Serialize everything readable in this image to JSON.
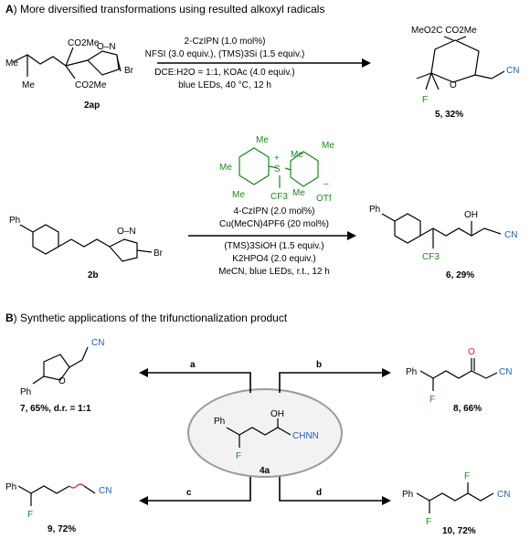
{
  "section_a": {
    "letter": "A",
    "title": ") More diversified transformations using resulted alkoxyl radicals"
  },
  "section_b": {
    "letter": "B",
    "title": ") Synthetic applications of the trifunctionalization product"
  },
  "reaction_1": {
    "substrate_label": "2ap",
    "substrate_groups": {
      "ester_top": "CO2Me",
      "ester_bottom": "CO2Me",
      "me": "Me",
      "isoxazoline": "O–N",
      "br": "Br"
    },
    "conditions": [
      "2-CzIPN (1.0 mol%)",
      "NFSI (3.0 equiv.), (TMS)3Si (1.5 equiv.)",
      "DCE:H2O = 1:1, KOAc (4.0 equiv.)",
      "blue LEDs, 40 °C, 12 h"
    ],
    "product_label": "5",
    "product_yield": ", 32%",
    "product_groups": {
      "esters": "MeO2C    CO2Me",
      "cn": "CN",
      "f": "F",
      "o": "O"
    }
  },
  "reaction_2": {
    "reagent_groups": {
      "me": "Me",
      "s": "S",
      "plus": "+",
      "cf3": "CF3",
      "minus": "–",
      "otf": "OTf"
    },
    "substrate_label": "2b",
    "substrate_groups": {
      "ph": "Ph",
      "on": "O–N",
      "br": "Br"
    },
    "conditions": [
      "4-CzIPN (2.0 mol%)",
      "Cu(MeCN)4PF6 (20 mol%)",
      "(TMS)3SiOH (1.5 equiv.)",
      "K2HPO4 (2.0 equiv.)",
      "MeCN, blue LEDs, r.t., 12 h"
    ],
    "product_label": "6",
    "product_yield": ", 29%",
    "product_groups": {
      "ph": "Ph",
      "oh": "OH",
      "cn": "CN",
      "cf3": "CF3"
    }
  },
  "center": {
    "label": "4a",
    "groups": {
      "ph": "Ph",
      "oh": "OH",
      "cn": "CHNN",
      "f": "F"
    }
  },
  "derivatives": [
    {
      "arrow": "a",
      "label": "7",
      "note": ", 65%, d.r. = 1:1",
      "groups": [
        "Ph",
        "O",
        "CN"
      ]
    },
    {
      "arrow": "b",
      "label": "8",
      "note": ", 66%",
      "groups": [
        "Ph",
        "O",
        "CN",
        "F"
      ]
    },
    {
      "arrow": "c",
      "label": "9",
      "note": ", 72%",
      "groups": [
        "Ph",
        "F",
        "CN"
      ]
    },
    {
      "arrow": "d",
      "label": "10",
      "note": ", 72%",
      "groups": [
        "Ph",
        "F",
        "F",
        "CN"
      ]
    }
  ],
  "colors": {
    "cyano_blue": "#1f5fbf",
    "fluorine_green": "#1a8a1a",
    "wavy_red": "#e02020",
    "oval_fill": "#f2f2f2",
    "oval_stroke": "#9a9a9a"
  }
}
